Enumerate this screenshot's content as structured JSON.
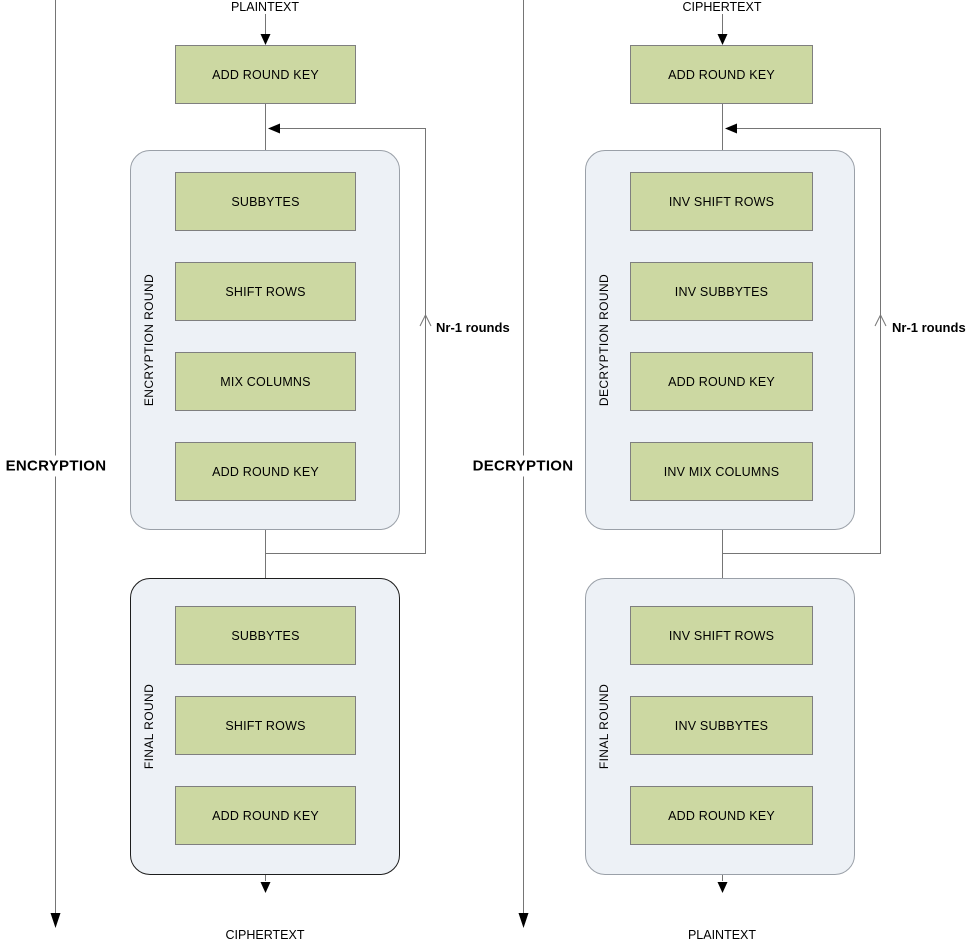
{
  "colors": {
    "box_fill": "#ccd8a2",
    "box_border": "#7f7f7f",
    "container_fill": "#edf1f6",
    "container_border": "#9aa0a8",
    "final_container_border": "#1d1d1d",
    "line": "#757575",
    "arrow": "#000000",
    "text": "#000000"
  },
  "encryption": {
    "side_label": "ENCRYPTION",
    "input_label": "PLAINTEXT",
    "output_label": "CIPHERTEXT",
    "initial_box_label": "ADD ROUND KEY",
    "loop_label": "Nr-1 rounds",
    "round_container_label": "ENCRYPTION ROUND",
    "round_boxes": [
      "SUBBYTES",
      "SHIFT ROWS",
      "MIX COLUMNS",
      "ADD ROUND KEY"
    ],
    "final_container_label": "FINAL ROUND",
    "final_boxes": [
      "SUBBYTES",
      "SHIFT ROWS",
      "ADD ROUND KEY"
    ]
  },
  "decryption": {
    "side_label": "DECRYPTION",
    "input_label": "CIPHERTEXT",
    "output_label": "PLAINTEXT",
    "initial_box_label": "ADD ROUND KEY",
    "loop_label": "Nr-1 rounds",
    "round_container_label": "DECRYPTION ROUND",
    "round_boxes": [
      "INV SHIFT ROWS",
      "INV SUBBYTES",
      "ADD ROUND KEY",
      "INV MIX COLUMNS"
    ],
    "final_container_label": "FINAL ROUND",
    "final_boxes": [
      "INV SHIFT ROWS",
      "INV SUBBYTES",
      "ADD ROUND KEY"
    ]
  }
}
